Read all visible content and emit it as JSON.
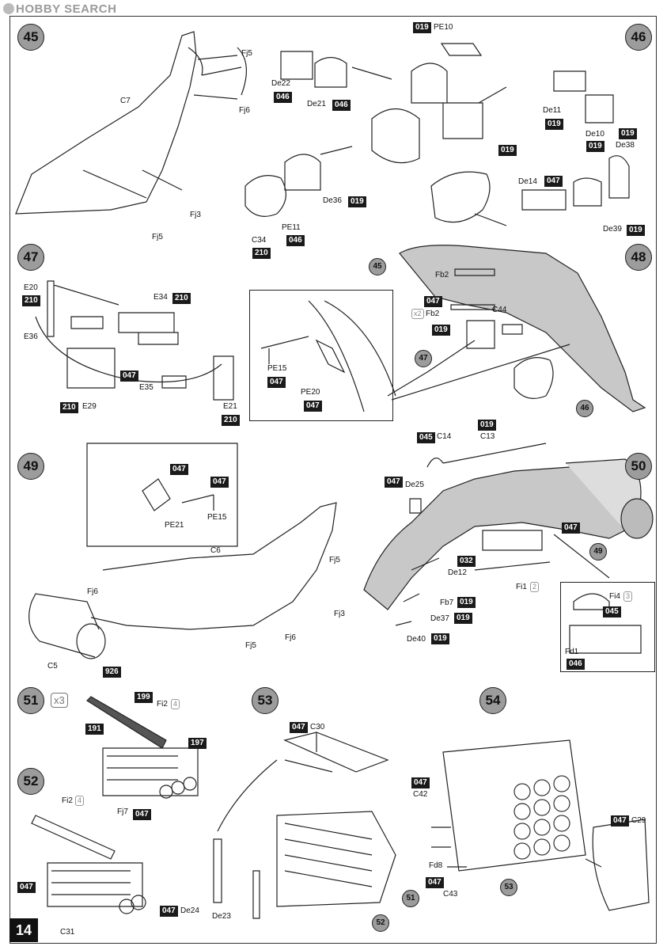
{
  "watermark": "HOBBY SEARCH",
  "page_number": "14",
  "steps": {
    "s45": "45",
    "s46": "46",
    "s47": "47",
    "s48": "48",
    "s49": "49",
    "s50": "50",
    "s51": "51",
    "s51_qty": "x3",
    "s52": "52",
    "s53": "53",
    "s54": "54"
  },
  "labels": {
    "fj5a": "Fj5",
    "fj6a": "Fj6",
    "c7": "C7",
    "fj3a": "Fj3",
    "fj5b": "Fj5",
    "de22": "De22",
    "de21": "De21",
    "pe10": "PE10",
    "pe11": "PE11",
    "de36": "De36",
    "c34": "C34",
    "de11": "De11",
    "de10": "De10",
    "de38": "De38",
    "de14": "De14",
    "de39": "De39",
    "e20": "E20",
    "e34": "E34",
    "e36": "E36",
    "e35": "E35",
    "e29": "E29",
    "e21": "E21",
    "pe15a": "PE15",
    "pe20": "PE20",
    "fb2a": "Fb2",
    "fb2b": "Fb2",
    "fb2qty": "x2",
    "c44": "C44",
    "pe21": "PE21",
    "pe15b": "PE15",
    "c6": "C6",
    "fj6b": "Fj6",
    "fj5c": "Fj5",
    "fj5d": "Fj5",
    "fj3b": "Fj3",
    "fj6c": "Fj6",
    "c5": "C5",
    "c14": "C14",
    "c13": "C13",
    "de25": "De25",
    "de12": "De12",
    "fb7": "Fb7",
    "de37": "De37",
    "de40": "De40",
    "fi1": "Fi1",
    "fi1qty": "2",
    "fi4": "Fi4",
    "fi4qty": "3",
    "fd1": "Fd1",
    "fi2a": "Fi2",
    "fi2aqty": "4",
    "fj7": "Fj7",
    "fi2b": "Fi2",
    "fi2bqty": "4",
    "c31": "C31",
    "c30": "C30",
    "de24": "De24",
    "de23": "De23",
    "c42": "C42",
    "fd8": "Fd8",
    "c43": "C43",
    "c29": "C29"
  },
  "codes": {
    "k1": "046",
    "k2": "046",
    "k3": "019",
    "k4": "019",
    "k5": "019",
    "k6": "046",
    "k7": "210",
    "k8": "019",
    "k9": "019",
    "k10": "019",
    "k11": "047",
    "k12": "019",
    "k13": "210",
    "k14": "210",
    "k15": "047",
    "k16": "210",
    "k17": "210",
    "k18": "047",
    "k19": "047",
    "k20": "047",
    "k21": "019",
    "k22": "047",
    "k23": "047",
    "k24": "045",
    "k25": "019",
    "k26": "047",
    "k27": "032",
    "k28": "019",
    "k29": "019",
    "k30": "019",
    "k31": "047",
    "k32": "045",
    "k33": "046",
    "k34": "926",
    "k35": "199",
    "k36": "191",
    "k37": "197",
    "k38": "047",
    "k39": "047",
    "k40": "047",
    "k41": "047",
    "k42": "047",
    "k43": "047",
    "k44": "047"
  },
  "callouts": {
    "b45": "45",
    "b47": "47",
    "b46": "46",
    "b49": "49",
    "b51": "51",
    "b52": "52",
    "b53": "53"
  }
}
